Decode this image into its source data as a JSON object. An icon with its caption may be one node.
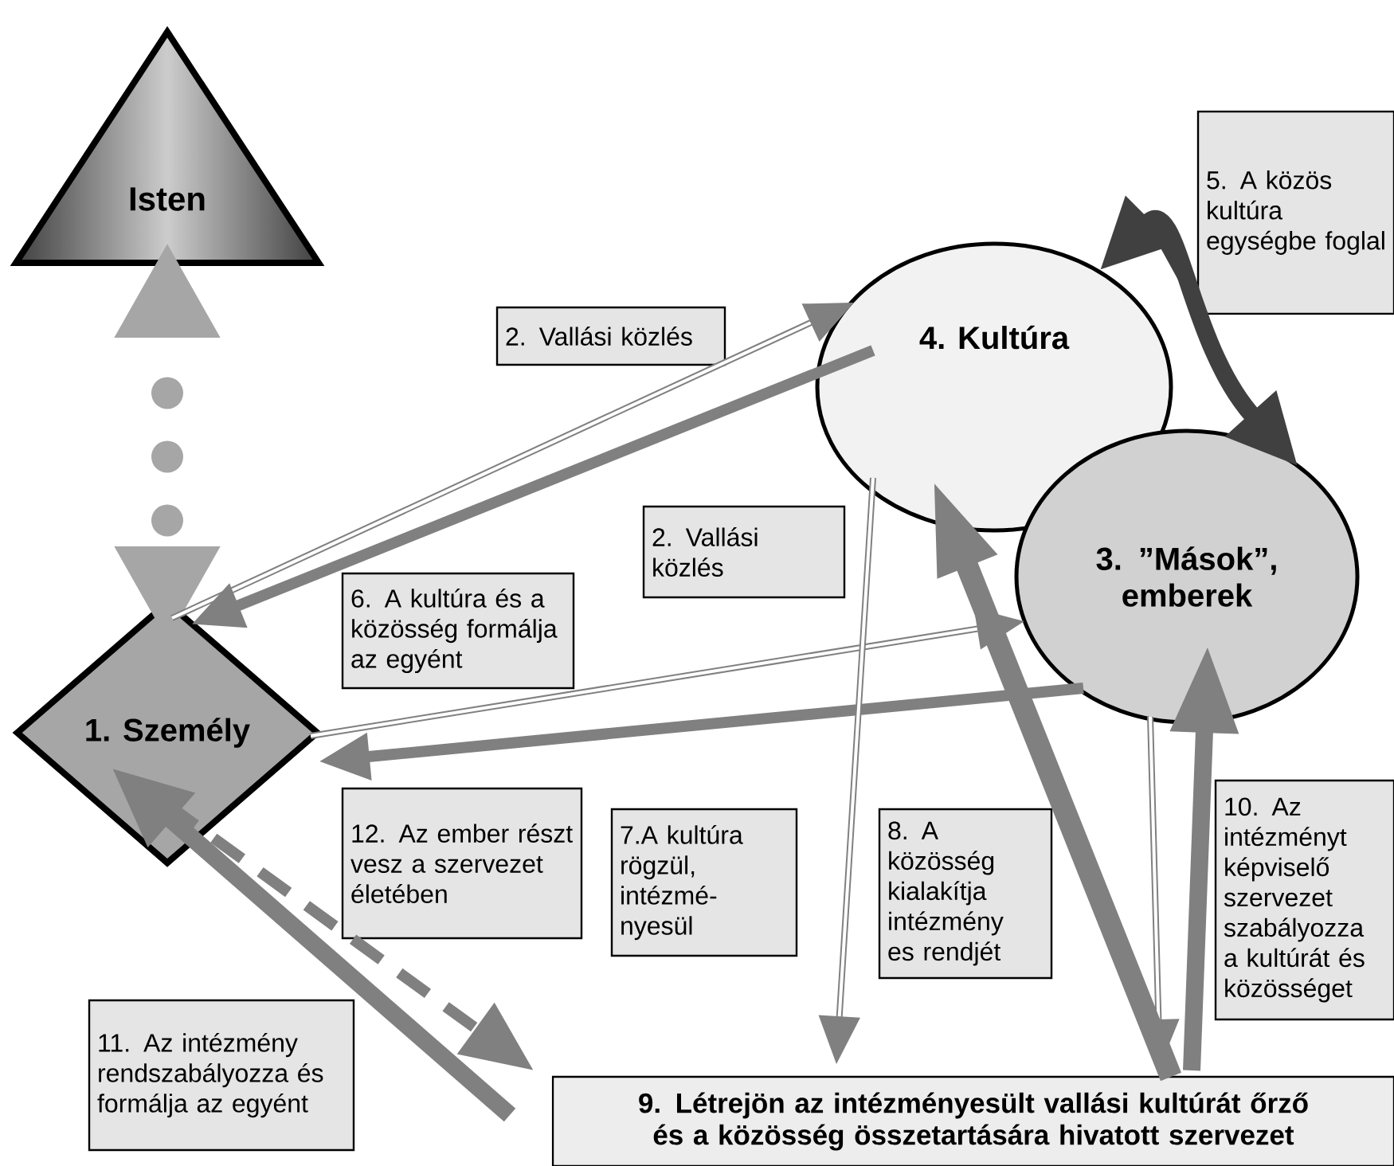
{
  "diagram": {
    "nodes": [
      {
        "text": [
          "Isten"
        ]
      },
      {
        "text": [
          "5. A közös kultúra egységbe foglal"
        ]
      },
      {
        "text": [
          "4. Kultúra"
        ]
      },
      {
        "text": [
          "2. Vallási közlés"
        ]
      },
      {
        "text": [
          "3. ”Mások”, emberek"
        ]
      },
      {
        "text": [
          "6. A kultúra és a közösség formálja az egyént"
        ]
      },
      {
        "text": [
          "2. Vallási közlés"
        ]
      },
      {
        "text": [
          "1. Személy"
        ]
      },
      {
        "text": [
          "12. Az ember részt vesz a szervezet életében"
        ]
      },
      {
        "text": [
          "7.A kultúra rögzül, intézmé- nyesül"
        ]
      },
      {
        "text": [
          "8. A közösség kialakítja intézmény es rendjét"
        ]
      },
      {
        "text": [
          "10. Az intézményt képviselő szervezet szabályozza a kultúrát és közösséget"
        ]
      },
      {
        "text": [
          "11. Az intézmény rendszabályozza és formálja az egyént"
        ]
      },
      {
        "text": [
          "9. Létrejön az intézményesült vallási kultúrát őrző és a közösség összetartására hivatott szervezet"
        ]
      }
    ],
    "edges": [
      {
        "from": 7,
        "to": 0,
        "arrow": "both",
        "style": "dashed",
        "color": "#a6a6a6"
      },
      {
        "from": 7,
        "to": 2,
        "arrow": "to"
      },
      {
        "from": 2,
        "to": 7,
        "arrow": "to"
      },
      {
        "from": 7,
        "to": 4,
        "arrow": "to"
      },
      {
        "from": 4,
        "to": 7,
        "arrow": "to"
      },
      {
        "from": 2,
        "to": 13,
        "arrow": "to"
      },
      {
        "from": 4,
        "to": 13,
        "arrow": "to"
      },
      {
        "from": 13,
        "to": 2,
        "arrow": "to",
        "style": "thick"
      },
      {
        "from": 13,
        "to": 4,
        "arrow": "to"
      },
      {
        "from": 7,
        "to": 13,
        "arrow": "to",
        "style": "dashed"
      },
      {
        "from": 13,
        "to": 7,
        "arrow": "to"
      },
      {
        "from": 4,
        "to": 2,
        "arrow": "both",
        "color": "#404040"
      }
    ]
  }
}
